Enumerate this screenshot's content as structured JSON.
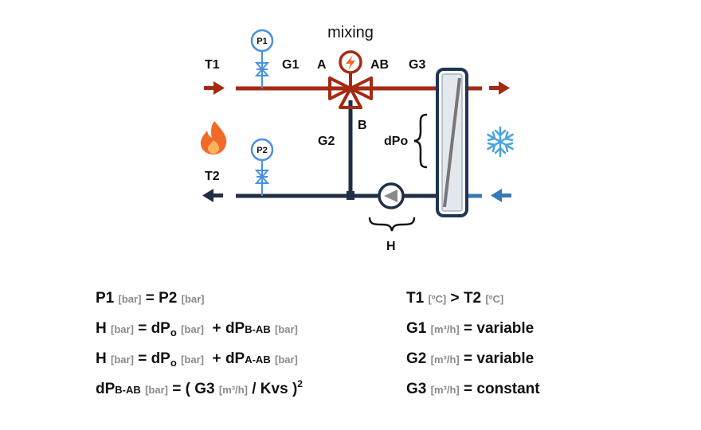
{
  "diagram": {
    "title": "mixing",
    "labels": {
      "t1": "T1",
      "t2": "T2",
      "g1": "G1",
      "g2": "G2",
      "g3": "G3",
      "a": "A",
      "ab": "AB",
      "b": "B",
      "dpo": "dPo",
      "h": "H",
      "p1": "P1",
      "p2": "P2"
    },
    "colors": {
      "supply": "#a52a14",
      "return": "#1f2f45",
      "heat_exchanger": "#1c3554",
      "cold_return": "#3a78b5",
      "gauge": "#4a90e2",
      "flame": "#f26a2a",
      "snowflake": "#4aa3df"
    },
    "icons": [
      "flame-icon",
      "snowflake-icon",
      "pressure-gauge-icon",
      "three-way-valve-icon",
      "actuator-lightning-icon",
      "pump-icon",
      "heat-exchanger-icon",
      "arrow-icon",
      "brace-icon"
    ]
  },
  "formulas": {
    "left": [
      {
        "a": "P1",
        "u1": "[bar]",
        "eq": "=",
        "b": "P2",
        "u2": "[bar]"
      },
      {
        "a": "H",
        "u1": "[bar]",
        "eq": "=",
        "b": "dP",
        "bsub": "o",
        "u2": "[bar]",
        "plus": "+",
        "c": "dP",
        "csub": "B-AB",
        "u3": "[bar]"
      },
      {
        "a": "H",
        "u1": "[bar]",
        "eq": "=",
        "b": "dP",
        "bsub": "o",
        "u2": "[bar]",
        "plus": "+",
        "c": "dP",
        "csub": "A-AB",
        "u3": "[bar]"
      },
      {
        "a": "dP",
        "asub": "B-AB",
        "u1": "[bar]",
        "eq": "= (",
        "b": "G3",
        "u2": "[m³/h]",
        "div": "/ Kvs )",
        "sup": "2"
      }
    ],
    "right": [
      {
        "a": "T1",
        "u1": "[ºC]",
        "op": ">",
        "b": "T2",
        "u2": "[ºC]"
      },
      {
        "a": "G1",
        "u1": "[m³/h]",
        "op": "=",
        "b": "variable"
      },
      {
        "a": "G2",
        "u1": "[m³/h]",
        "op": "=",
        "b": "variable"
      },
      {
        "a": "G3",
        "u1": "[m³/h]",
        "op": "=",
        "b": "constant"
      }
    ]
  }
}
